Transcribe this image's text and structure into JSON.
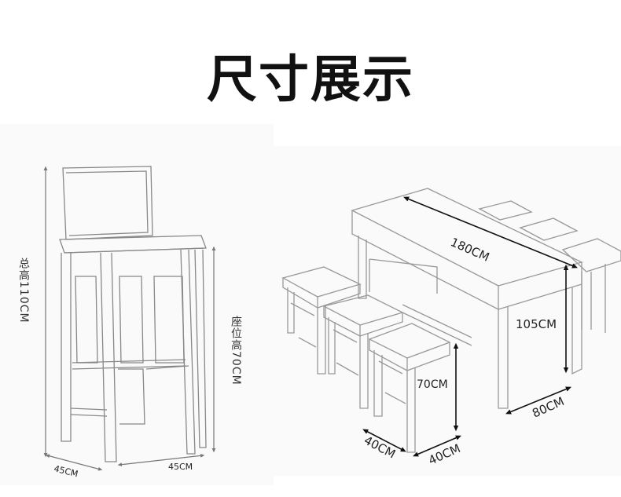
{
  "title": "尺寸展示",
  "stool": {
    "total_height": "总高110CM",
    "seat_height": "座位高70CM",
    "depth": "45CM",
    "width": "45CM"
  },
  "table_set": {
    "length": "180CM",
    "height": "105CM",
    "depth": "80CM",
    "stool_height": "70CM",
    "stool_depth": "40CM",
    "stool_width": "40CM"
  }
}
